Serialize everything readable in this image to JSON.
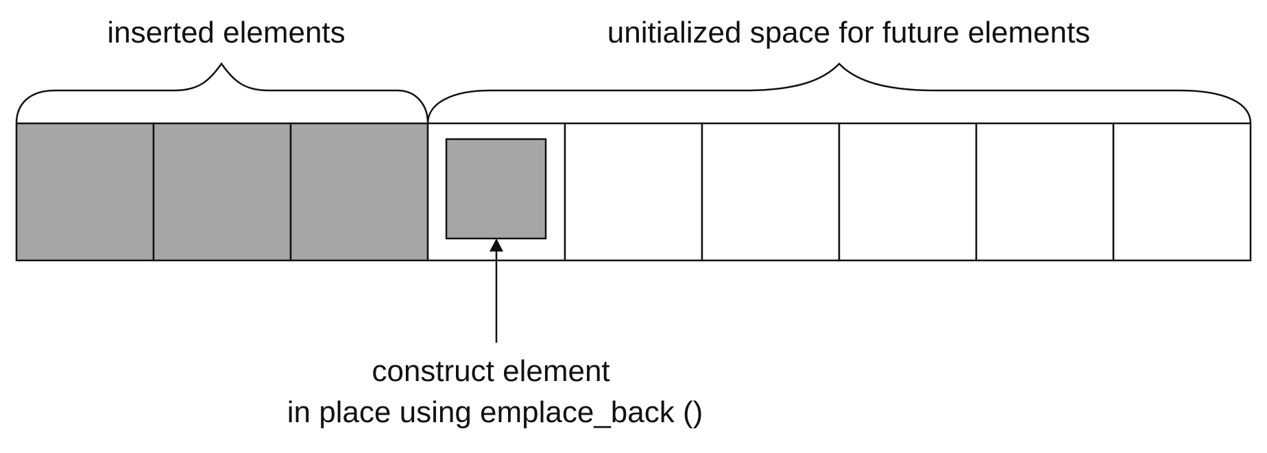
{
  "colors": {
    "background": "#ffffff",
    "stroke": "#111111",
    "filled_cell": "#a6a6a6",
    "empty_cell": "#ffffff"
  },
  "labels": {
    "inserted": "inserted elements",
    "uninitialized": "unitialized space for future elements",
    "construct_line1": "construct element",
    "construct_line2": "in place using emplace_back ()"
  },
  "cells": [
    {
      "state": "filled"
    },
    {
      "state": "filled"
    },
    {
      "state": "filled"
    },
    {
      "state": "empty",
      "contains_new_element": true
    },
    {
      "state": "empty"
    },
    {
      "state": "empty"
    },
    {
      "state": "empty"
    },
    {
      "state": "empty"
    },
    {
      "state": "empty"
    }
  ]
}
